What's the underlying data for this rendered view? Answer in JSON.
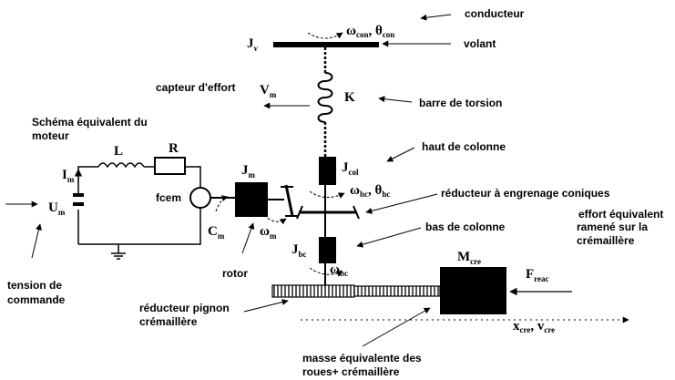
{
  "labels": {
    "conducteur": "conducteur",
    "volant": "volant",
    "capteur": "capteur d'effort",
    "barre": "barre de torsion",
    "haut": "haut de colonne",
    "reducteur_conique": "réducteur à engrenage coniques",
    "bas": "bas de colonne",
    "effort_1": "effort équivalent",
    "effort_2": "ramené sur la",
    "effort_3": "crémaillère",
    "schema_1": "Schéma équivalent du",
    "schema_2": "moteur",
    "fcem": "fcem",
    "rotor": "rotor",
    "tension_1": "tension de",
    "tension_2": "commande",
    "pignon_1": "réducteur pignon",
    "pignon_2": "crémaillère",
    "masse_1": "masse équivalente des",
    "masse_2": "roues+ crémaillère"
  },
  "symbols": {
    "omega": "ω",
    "theta": "θ",
    "sep": ", ",
    "omega_con_sub": "con",
    "theta_con_sub": "con",
    "Jv": "J",
    "Jv_sub": "v",
    "Vm": "V",
    "Vm_sub": "m",
    "K": "K",
    "L": "L",
    "R": "R",
    "Im": "I",
    "Im_sub": "m",
    "Um": "U",
    "Um_sub": "m",
    "Jm": "J",
    "Jm_sub": "m",
    "Jcol": "J",
    "Jcol_sub": "col",
    "omega_hc_sub": "hc",
    "theta_hc_sub": "hc",
    "Cm": "C",
    "Cm_sub": "m",
    "omega_m_sub": "m",
    "Jbc": "J",
    "Jbc_sub": "bc",
    "omega_bc_sub": "bc",
    "Mcre": "M",
    "Mcre_sub": "cre",
    "Freac": "F",
    "Freac_sub": "reac",
    "x": "x",
    "x_sub": "cre",
    "v": "v",
    "v_sub": "cre"
  }
}
